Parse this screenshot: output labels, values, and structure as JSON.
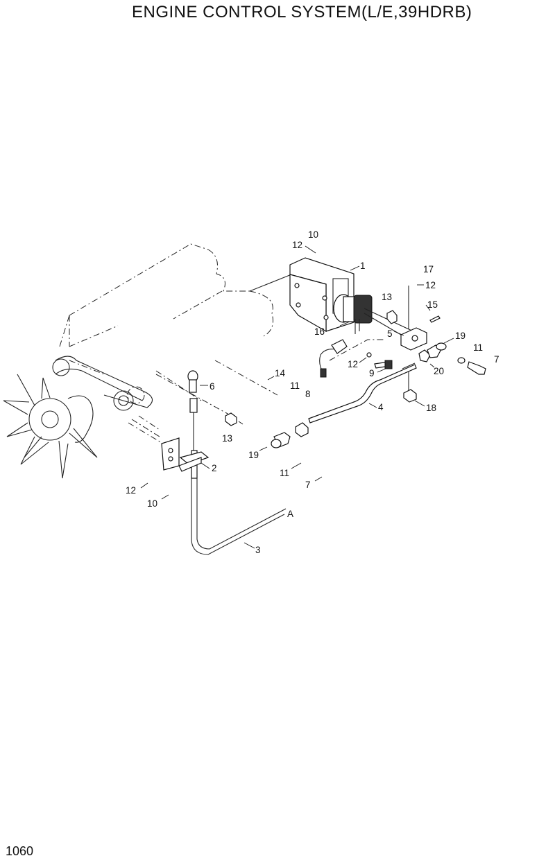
{
  "title": "ENGINE CONTROL SYSTEM(L/E,39HDRB)",
  "page_number": "1060",
  "connection_marker": "A",
  "part_labels": {
    "p1": "1",
    "p2": "2",
    "p3": "3",
    "p4": "4",
    "p5": "5",
    "p6": "6",
    "p7a": "7",
    "p7b": "7",
    "p8": "8",
    "p9": "9",
    "p10a": "10",
    "p10b": "10",
    "p11a": "11",
    "p11b": "11",
    "p11c": "11",
    "p12a": "12",
    "p12b": "12",
    "p12c": "12",
    "p12d": "12",
    "p13a": "13",
    "p13b": "13",
    "p14": "14",
    "p15": "15",
    "p16": "16",
    "p17": "17",
    "p18": "18",
    "p19a": "19",
    "p19b": "19",
    "p20": "20"
  }
}
